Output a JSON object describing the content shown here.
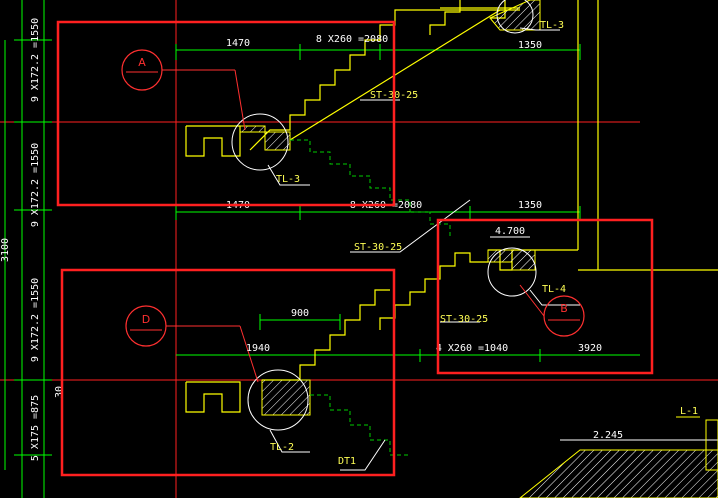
{
  "dimensions": {
    "top_left": "1470",
    "top_mid": "8 X260 =2080",
    "top_right": "1350",
    "mid_left": "1470",
    "mid_mid": "8 X260 =2080",
    "mid_right": "1350",
    "span_900": "900",
    "span_1940": "1940",
    "mid_lower": "4 X260 =1040",
    "mid_lower_right": "3920",
    "level_4700": "4.700",
    "level_2245": "2.245",
    "v_top": "9 X172.2 =1550",
    "v_mid": "9 X172.2 =1550",
    "v_low": "9 X172.2 =1550",
    "v_bottom": "5 X175 =875",
    "v_left_edge": "3100",
    "v_30": "30"
  },
  "labels": {
    "tl3_top": "TL-3",
    "tl3_left": "TL-3",
    "tl4": "TL-4",
    "tl2": "TL-2",
    "l1": "L-1",
    "dt1": "DT1",
    "st_1": "ST-30-25",
    "st_2": "ST-30-25",
    "st_3": "ST-30-25"
  },
  "axes": {
    "a": "A",
    "b": "B",
    "d": "D"
  },
  "colors": {
    "background": "#000000",
    "highlight_box": "#ff2020",
    "dim_line": "#00ff00",
    "stair_outline": "#ffff00",
    "axis_line": "#ff2020",
    "text_white": "#ffffff",
    "wall": "#ffff00",
    "hidden_line": "#00cc00"
  }
}
